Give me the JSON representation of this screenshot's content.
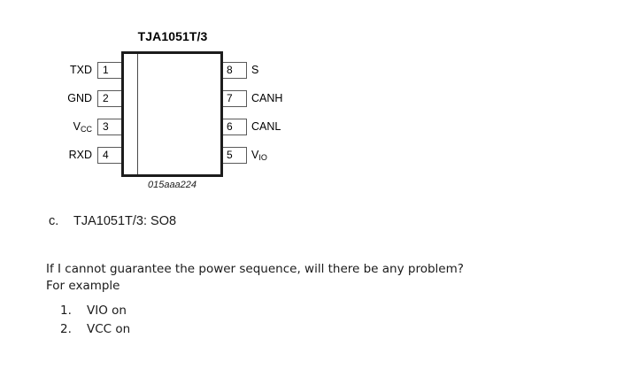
{
  "diagram": {
    "title": "TJA1051T/3",
    "code": "015aaa224",
    "pins_left": [
      {
        "number": "1",
        "label": "TXD",
        "sub": ""
      },
      {
        "number": "2",
        "label": "GND",
        "sub": ""
      },
      {
        "number": "3",
        "label": "V",
        "sub": "CC"
      },
      {
        "number": "4",
        "label": "RXD",
        "sub": ""
      }
    ],
    "pins_right": [
      {
        "number": "8",
        "label": "S",
        "sub": ""
      },
      {
        "number": "7",
        "label": "CANH",
        "sub": ""
      },
      {
        "number": "6",
        "label": "CANL",
        "sub": ""
      },
      {
        "number": "5",
        "label": "V",
        "sub": "IO"
      }
    ]
  },
  "caption": {
    "marker": "c.",
    "text": "TJA1051T/3: SO8"
  },
  "body": {
    "line1": "If I cannot guarantee the power sequence, will there be any problem?",
    "line2": "For example"
  },
  "list": {
    "items": [
      {
        "num": "1.",
        "text": "VIO on"
      },
      {
        "num": "2.",
        "text": "VCC on"
      }
    ]
  },
  "colors": {
    "background": "#ffffff",
    "text": "#1a1a1a",
    "chip_border": "#1c1c1c",
    "pin_border": "#5a5a5a"
  }
}
